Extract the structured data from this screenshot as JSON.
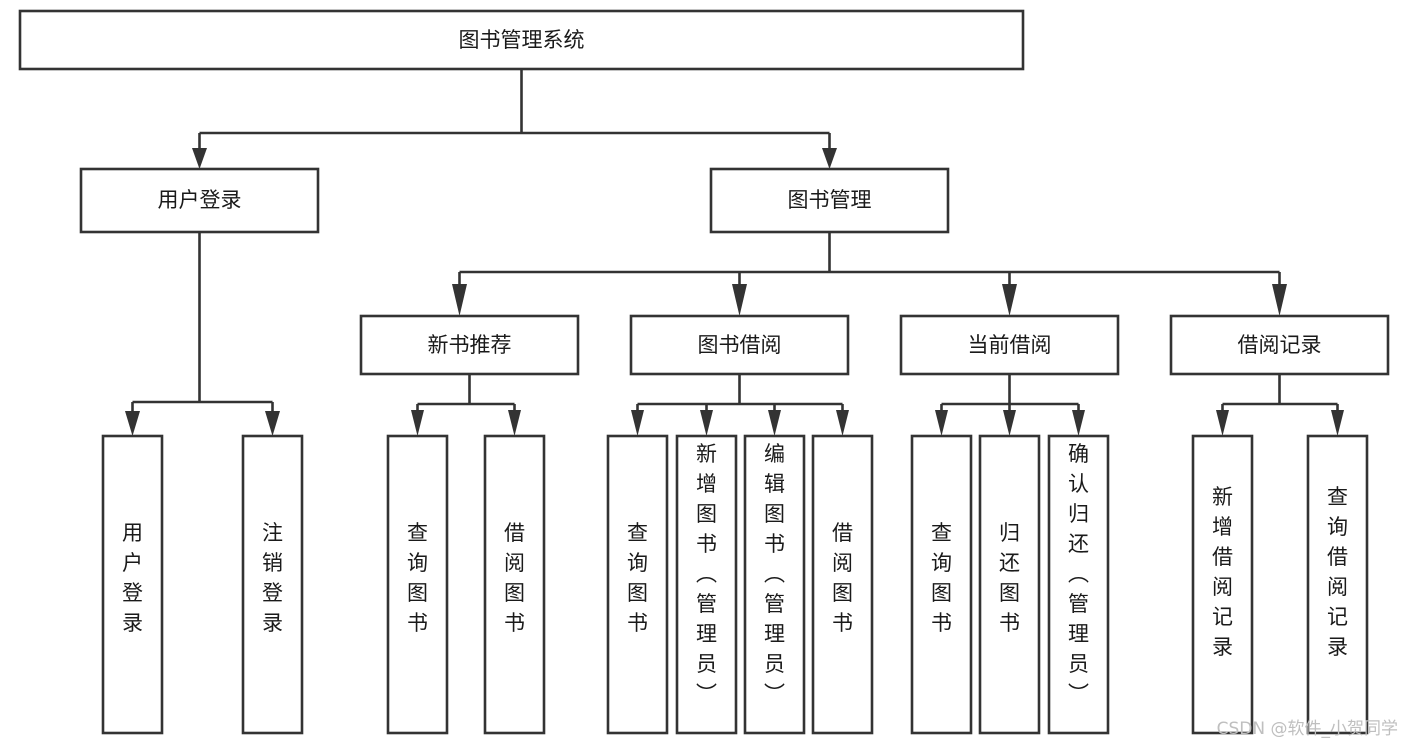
{
  "diagram": {
    "type": "tree-hierarchy-chart",
    "title_node": {
      "id": "root",
      "label": "图书管理系统"
    },
    "levels": [
      {
        "level": 1,
        "nodes": [
          {
            "id": "root",
            "label": "图书管理系统",
            "orientation": "horizontal"
          }
        ]
      },
      {
        "level": 2,
        "nodes": [
          {
            "id": "user-login",
            "label": "用户登录",
            "orientation": "horizontal",
            "parent": "root"
          },
          {
            "id": "book-manage",
            "label": "图书管理",
            "orientation": "horizontal",
            "parent": "root"
          }
        ]
      },
      {
        "level": 3,
        "nodes": [
          {
            "id": "new-book-rec",
            "label": "新书推荐",
            "orientation": "horizontal",
            "parent": "book-manage"
          },
          {
            "id": "book-borrow",
            "label": "图书借阅",
            "orientation": "horizontal",
            "parent": "book-manage"
          },
          {
            "id": "current-borrow",
            "label": "当前借阅",
            "orientation": "horizontal",
            "parent": "book-manage"
          },
          {
            "id": "borrow-record",
            "label": "借阅记录",
            "orientation": "horizontal",
            "parent": "book-manage"
          }
        ]
      },
      {
        "level": 4,
        "nodes": [
          {
            "id": "leaf-user-login",
            "label": "用户登录",
            "orientation": "vertical",
            "parent": "user-login"
          },
          {
            "id": "leaf-logout",
            "label": "注销登录",
            "orientation": "vertical",
            "parent": "user-login"
          },
          {
            "id": "leaf-query-book-1",
            "label": "查询图书",
            "orientation": "vertical",
            "parent": "new-book-rec"
          },
          {
            "id": "leaf-borrow-book-1",
            "label": "借阅图书",
            "orientation": "vertical",
            "parent": "new-book-rec"
          },
          {
            "id": "leaf-query-book-2",
            "label": "查询图书",
            "orientation": "vertical",
            "parent": "book-borrow"
          },
          {
            "id": "leaf-add-book",
            "label": "新增图书（管理员）",
            "orientation": "vertical",
            "parent": "book-borrow"
          },
          {
            "id": "leaf-edit-book",
            "label": "编辑图书（管理员）",
            "orientation": "vertical",
            "parent": "book-borrow"
          },
          {
            "id": "leaf-borrow-book-2",
            "label": "借阅图书",
            "orientation": "vertical",
            "parent": "book-borrow"
          },
          {
            "id": "leaf-query-book-3",
            "label": "查询图书",
            "orientation": "vertical",
            "parent": "current-borrow"
          },
          {
            "id": "leaf-return-book",
            "label": "归还图书",
            "orientation": "vertical",
            "parent": "current-borrow"
          },
          {
            "id": "leaf-confirm-return",
            "label": "确认归还（管理员）",
            "orientation": "vertical",
            "parent": "current-borrow"
          },
          {
            "id": "leaf-add-record",
            "label": "新增借阅记录",
            "orientation": "vertical",
            "parent": "borrow-record"
          },
          {
            "id": "leaf-query-record",
            "label": "查询借阅记录",
            "orientation": "vertical",
            "parent": "borrow-record"
          }
        ]
      }
    ]
  },
  "watermark": {
    "text": "CSDN @软件_小贺同学"
  },
  "colors": {
    "box_stroke": "#333333",
    "box_fill": "#ffffff",
    "text": "#1a1a1a",
    "connector": "#333333",
    "watermark": "#bfbfbf",
    "background": "#ffffff"
  }
}
